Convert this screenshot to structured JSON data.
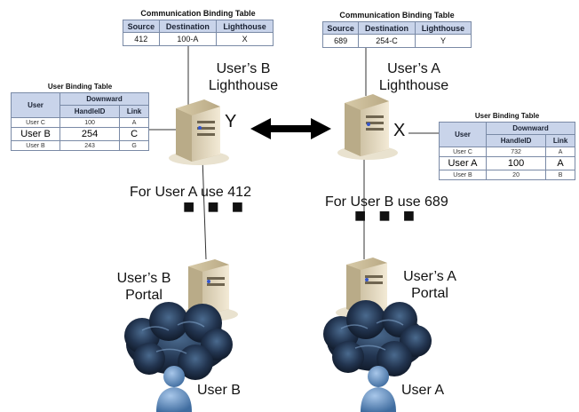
{
  "left": {
    "comm_table": {
      "title": "Communication Binding Table",
      "headers": [
        "Source",
        "Destination",
        "Lighthouse"
      ],
      "row": [
        "412",
        "100-A",
        "X"
      ]
    },
    "user_table": {
      "title": "User Binding Table",
      "col_user": "User",
      "col_group": "Downward",
      "col_handle": "HandleID",
      "col_link": "Link",
      "rows": [
        {
          "user": "User C",
          "handle": "100",
          "link": "A"
        },
        {
          "user": "User B",
          "handle": "254",
          "link": "C"
        },
        {
          "user": "User B",
          "handle": "243",
          "link": "G"
        }
      ]
    },
    "lighthouse_label": [
      "User’s B",
      "Lighthouse"
    ],
    "server_mark": "Y",
    "use_label": "For User A use 412",
    "dots": "■ ■ ■",
    "portal_label": [
      "User’s B",
      "Portal"
    ],
    "user_label": "User B"
  },
  "right": {
    "comm_table": {
      "title": "Communication Binding Table",
      "headers": [
        "Source",
        "Destination",
        "Lighthouse"
      ],
      "row": [
        "689",
        "254-C",
        "Y"
      ]
    },
    "user_table": {
      "title": "User Binding Table",
      "col_user": "User",
      "col_group": "Downward",
      "col_handle": "HandleID",
      "col_link": "Link",
      "rows": [
        {
          "user": "User C",
          "handle": "732",
          "link": "A"
        },
        {
          "user": "User A",
          "handle": "100",
          "link": "A"
        },
        {
          "user": "User B",
          "handle": "20",
          "link": "B"
        }
      ]
    },
    "lighthouse_label": [
      "User’s A",
      "Lighthouse"
    ],
    "server_mark": "X",
    "use_label": "For User B use 689",
    "dots": "■ ■ ■",
    "portal_label": [
      "User’s A",
      "Portal"
    ],
    "user_label": "User A"
  },
  "colors": {
    "header_fill": "#c9d4ea",
    "table_border": "#7a8aa6",
    "server_body": "#e8dcc0",
    "cloud": "#1d2c44",
    "person": "#5a86b8"
  }
}
